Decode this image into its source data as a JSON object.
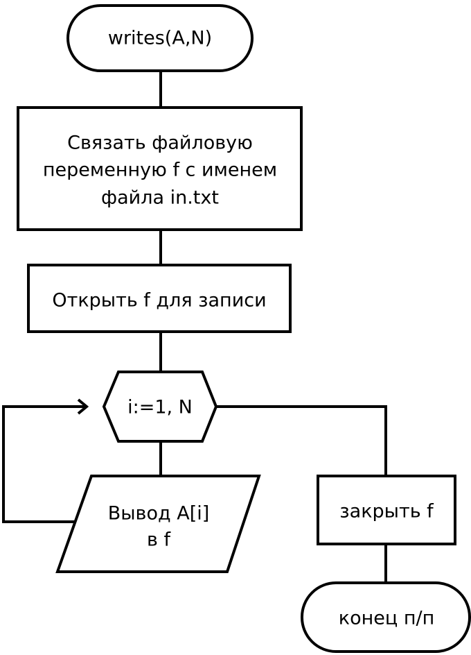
{
  "diagram": {
    "start": {
      "label": "writes(A,N)"
    },
    "bind_step": {
      "lines": [
        "Связать файловую",
        "переменную f с именем",
        "файла in.txt"
      ]
    },
    "open_step": {
      "label": "Открыть f для записи"
    },
    "loop": {
      "label": "i:=1, N"
    },
    "output_step": {
      "lines": [
        "Вывод A[i]",
        "в f"
      ]
    },
    "close_step": {
      "label": "закрыть f"
    },
    "end": {
      "label": "конец п/п"
    }
  },
  "colors": {
    "stroke": "#000000",
    "fill": "#ffffff"
  }
}
